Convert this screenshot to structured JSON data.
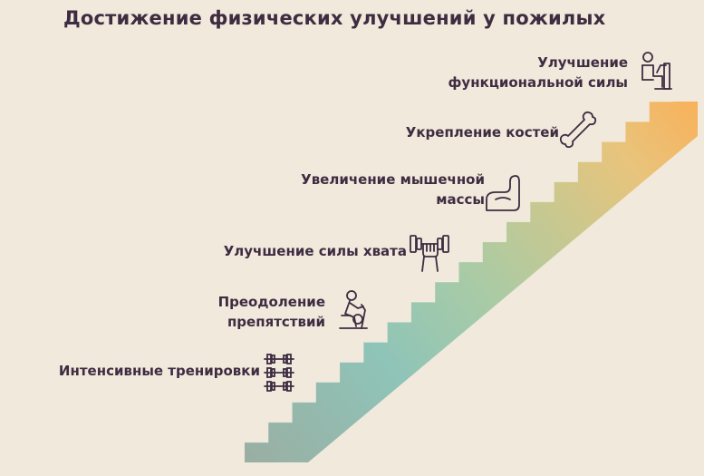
{
  "title": "Достижение физических улучшений у пожилых",
  "steps": [
    {
      "lines": [
        "Интенсивные тренировки"
      ],
      "icon": "dumbbell-rack-icon",
      "color": "#9aaea3"
    },
    {
      "lines": [
        "Преодоление",
        "препятствий"
      ],
      "icon": "stationary-bike-icon",
      "color": "#8fc4b8"
    },
    {
      "lines": [
        "Улучшение силы хвата"
      ],
      "icon": "hand-grip-dumbbell-icon",
      "color": "#a8cba6"
    },
    {
      "lines": [
        "Увеличение мышечной",
        "массы"
      ],
      "icon": "flexed-arm-icon",
      "color": "#c8c890"
    },
    {
      "lines": [
        "Укрепление костей"
      ],
      "icon": "bone-icon",
      "color": "#e8c47c"
    },
    {
      "lines": [
        "Улучшение",
        "функциональной силы"
      ],
      "icon": "person-chair-icon",
      "color": "#f7b45c"
    }
  ]
}
